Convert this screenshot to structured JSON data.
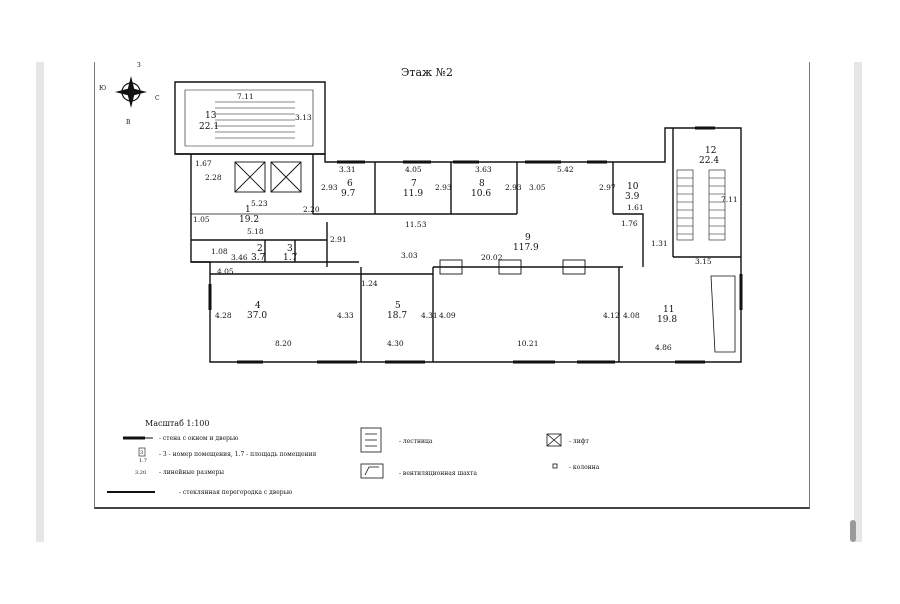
{
  "plan": {
    "title": "Этаж №2",
    "compass": {
      "north": "З",
      "south": "В",
      "east": "С",
      "west": "Ю"
    },
    "rooms": [
      {
        "num": "1",
        "area": "19.2"
      },
      {
        "num": "2",
        "area": "3.7"
      },
      {
        "num": "3",
        "area": "1.7"
      },
      {
        "num": "4",
        "area": "37.0"
      },
      {
        "num": "5",
        "area": "18.7"
      },
      {
        "num": "6",
        "area": "9.7"
      },
      {
        "num": "7",
        "area": "11.9"
      },
      {
        "num": "8",
        "area": "10.6"
      },
      {
        "num": "9",
        "area": "117.9"
      },
      {
        "num": "10",
        "area": "3.9"
      },
      {
        "num": "11",
        "area": "19.8"
      },
      {
        "num": "12",
        "area": "22.4"
      },
      {
        "num": "13",
        "area": "22.1"
      }
    ],
    "dimensions": [
      "7.11",
      "3.13",
      "1.67",
      "2.28",
      "5.23",
      "1.05",
      "5.18",
      "1.08",
      "3.46",
      "4.05",
      "2.20",
      "2.91",
      "3.31",
      "2.93",
      "4.05",
      "2.93",
      "3.63",
      "2.93",
      "11.53",
      "3.05",
      "5.42",
      "2.97",
      "1.61",
      "1.76",
      "1.31",
      "7.11",
      "3.15",
      "3.03",
      "20.02",
      "1.24",
      "4.28",
      "4.33",
      "4.31",
      "4.09",
      "4.12",
      "4.08",
      "8.20",
      "4.30",
      "10.21",
      "4.86"
    ]
  },
  "legend": {
    "scale": "Масштаб 1:100",
    "items": [
      "- стена с окном и дверью",
      "- 3 - номер помещения, 1.7 - площадь помещения",
      "- линейные размеры",
      "- стеклянная перегородка с дверью",
      "- лестница",
      "- вентиляционная шахта",
      "- лифт",
      "- колонна"
    ],
    "sample_room_num": "3",
    "sample_room_area": "1.7",
    "sample_dim": "3.20"
  }
}
